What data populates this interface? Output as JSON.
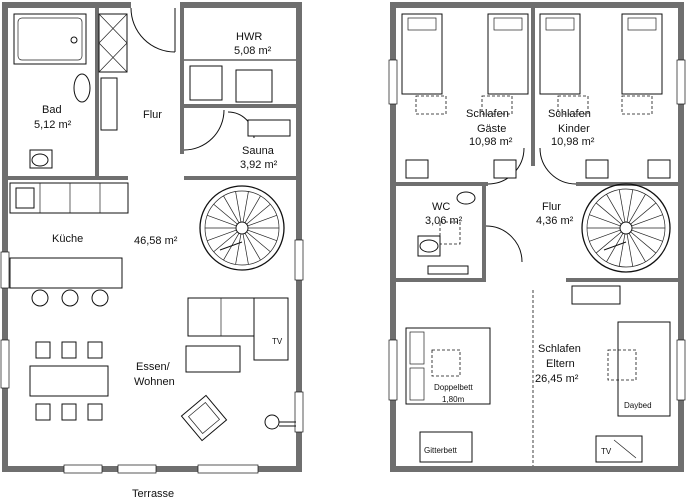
{
  "ground_floor": {
    "rooms": {
      "bad": {
        "name": "Bad",
        "area": "5,12 m²"
      },
      "flur": {
        "name": "Flur"
      },
      "hwr": {
        "name": "HWR",
        "area": "5,08 m²"
      },
      "sauna": {
        "name": "Sauna",
        "area": "3,92 m²"
      },
      "kueche": {
        "name": "Küche"
      },
      "wohn_area": "46,58 m²",
      "essen_line1": "Essen/",
      "essen_line2": "Wohnen"
    },
    "tv_label": "TV",
    "outside_label": "Terrasse"
  },
  "upper_floor": {
    "rooms": {
      "gaeste": {
        "line1": "Schlafen",
        "line2": "Gäste",
        "area": "10,98 m²"
      },
      "kinder": {
        "line1": "Schlafen",
        "line2": "Kinder",
        "area": "10,98 m²"
      },
      "wc": {
        "name": "WC",
        "area": "3,06 m²"
      },
      "flur": {
        "name": "Flur",
        "area": "4,36 m²"
      },
      "eltern": {
        "line1": "Schlafen",
        "line2": "Eltern",
        "area": "26,45 m²"
      }
    },
    "bed_label": "Doppelbett",
    "bed_size": "1,80m",
    "daybed_label": "Daybed",
    "crib_label": "Gitterbett",
    "tv_label": "TV"
  }
}
